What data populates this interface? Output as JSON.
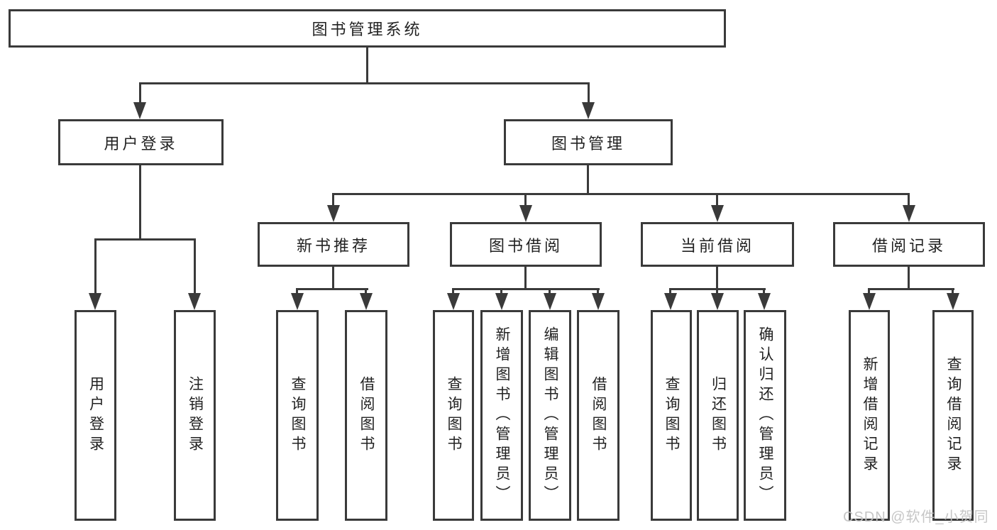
{
  "tree": {
    "label": "图书管理系统",
    "children": [
      {
        "label": "用户登录",
        "children": [
          {
            "label": "用户登录"
          },
          {
            "label": "注销登录"
          }
        ]
      },
      {
        "label": "图书管理",
        "children": [
          {
            "label": "新书推荐",
            "children": [
              {
                "label": "查询图书"
              },
              {
                "label": "借阅图书"
              }
            ]
          },
          {
            "label": "图书借阅",
            "children": [
              {
                "label": "查询图书"
              },
              {
                "label": "新增图书（管理员）"
              },
              {
                "label": "编辑图书（管理员）"
              },
              {
                "label": "借阅图书"
              }
            ]
          },
          {
            "label": "当前借阅",
            "children": [
              {
                "label": "查询图书"
              },
              {
                "label": "归还图书"
              },
              {
                "label": "确认归还（管理员）"
              }
            ]
          },
          {
            "label": "借阅记录",
            "children": [
              {
                "label": "新增借阅记录"
              },
              {
                "label": "查询借阅记录"
              }
            ]
          }
        ]
      }
    ]
  },
  "watermark": {
    "text": "CSDN @软件_小贺同学"
  },
  "colors": {
    "line": "#3a3a3a",
    "text": "#222222",
    "watermark": "#c4c4c4",
    "background": "#ffffff"
  }
}
